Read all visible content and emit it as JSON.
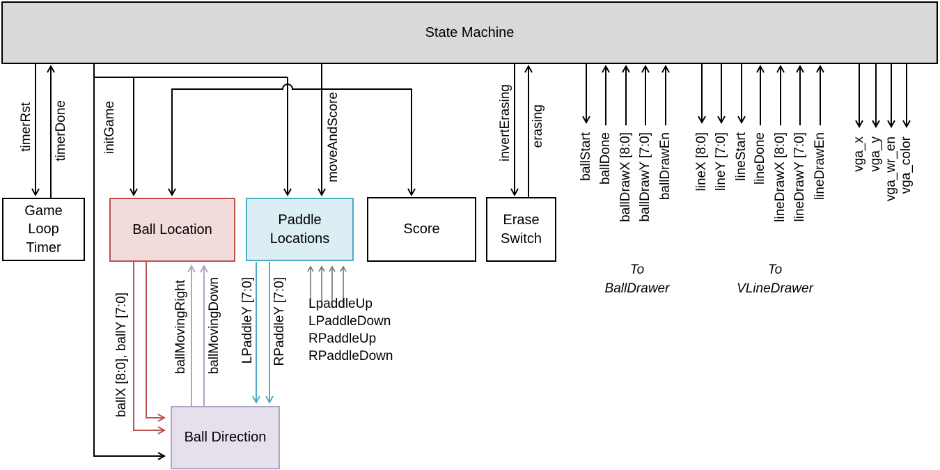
{
  "blocks": {
    "state_machine": {
      "label": "State Machine"
    },
    "game_loop_timer": {
      "label": "Game Loop Timer"
    },
    "ball_location": {
      "label": "Ball Location"
    },
    "paddle_locations": {
      "label": "Paddle Locations"
    },
    "score": {
      "label": "Score"
    },
    "erase_switch": {
      "label": "Erase Switch"
    },
    "ball_direction": {
      "label": "Ball Direction"
    }
  },
  "control_signals": {
    "timerRst": "timerRst",
    "timerDone": "timerDone",
    "initGame": "initGame",
    "moveAndScore": "moveAndScore",
    "invertErasing": "invertErasing",
    "erasing": "erasing"
  },
  "ball_drawer": {
    "signals": {
      "ballStart": "ballStart",
      "ballDone": "ballDone",
      "ballDrawX": "ballDrawX [8:0]",
      "ballDrawY": "ballDrawY [7:0]",
      "ballDrawEn": "ballDrawEn"
    },
    "caption_to": "To",
    "caption_name": "BallDrawer"
  },
  "vline_drawer": {
    "signals": {
      "lineX": "lineX [8:0]",
      "lineY": "lineY [7:0]",
      "lineStart": "lineStart",
      "lineDone": "lineDone",
      "lineDrawX": "lineDrawX [8:0]",
      "lineDrawY": "lineDrawY [7:0]",
      "lineDrawEn": "lineDrawEn"
    },
    "caption_to": "To",
    "caption_name": "VLineDrawer"
  },
  "vga": {
    "vga_x": "vga_x",
    "vga_y": "vga_y",
    "vga_wr_en": "vga_wr_en",
    "vga_color": "vga_color"
  },
  "datapath": {
    "ball_xy": "ballX [8:0], ballY [7:0]",
    "ballMovingRight": "ballMovingRight",
    "ballMovingDown": "ballMovingDown",
    "lPaddleY": "LPaddleY [7:0]",
    "rPaddleY": "RPaddleY [7:0]"
  },
  "paddle_inputs": {
    "l_up": "LpaddleUp",
    "l_down": "LPaddleDown",
    "r_up": "RPaddleUp",
    "r_down": "RPaddleDown"
  },
  "colors": {
    "state_machine_fill": "#d9d9d9",
    "ball_location_fill": "#f2dcdb",
    "ball_location_border": "#c0504d",
    "paddle_locations_fill": "#dbeef4",
    "paddle_locations_border": "#4bacc6",
    "ball_direction_fill": "#e6e0ec",
    "ball_direction_border": "#b2a2c7",
    "wire_black": "#000000",
    "wire_red": "#c0504d",
    "wire_blue": "#4bacc6",
    "wire_purple": "#b2a2c7",
    "wire_gray": "#737373"
  }
}
